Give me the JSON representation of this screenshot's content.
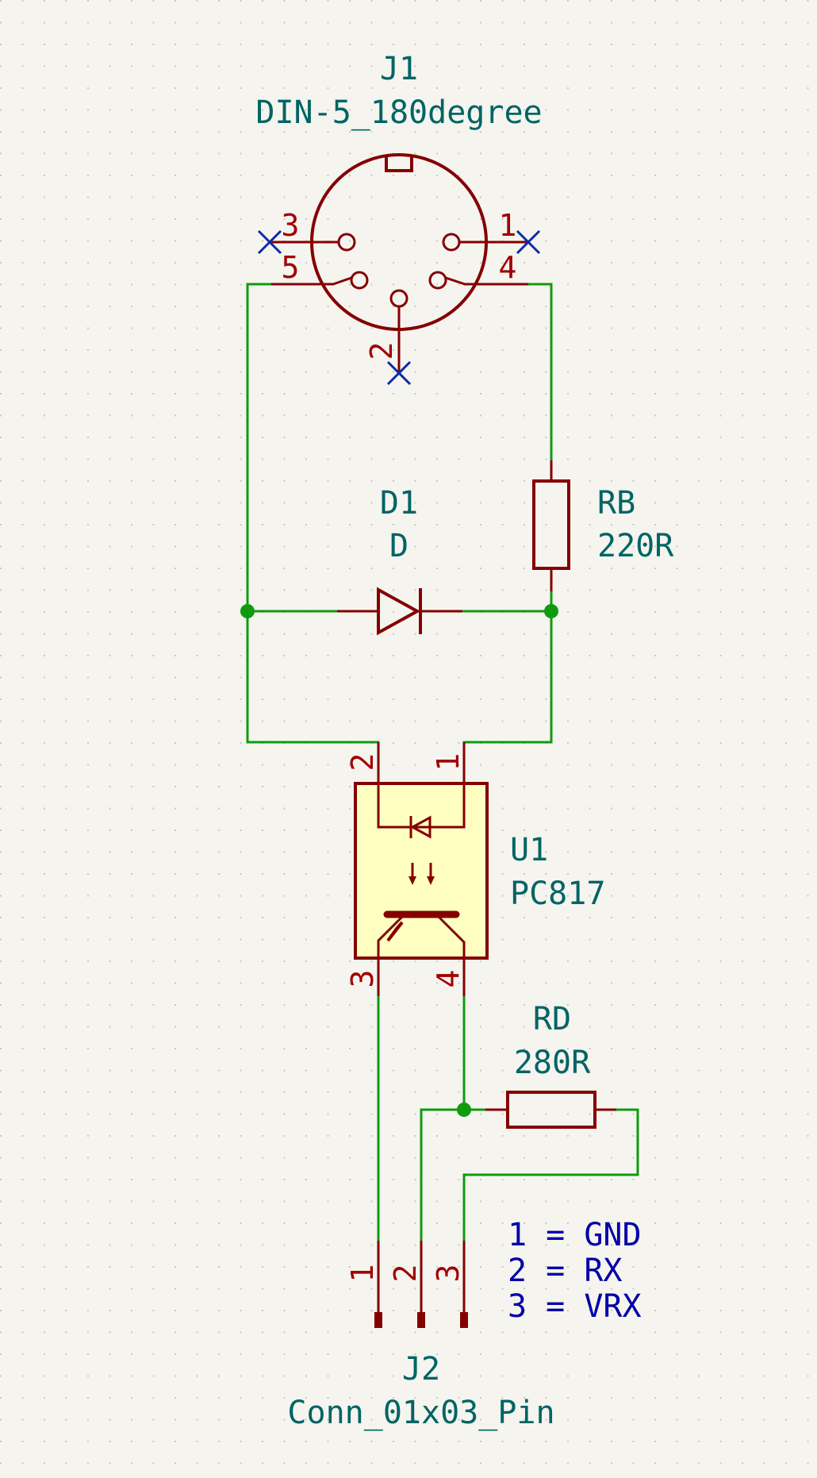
{
  "components": {
    "j1": {
      "ref": "J1",
      "value": "DIN-5_180degree",
      "pins": {
        "p1": "1",
        "p2": "2",
        "p3": "3",
        "p4": "4",
        "p5": "5"
      }
    },
    "d1": {
      "ref": "D1",
      "value": "D"
    },
    "rb": {
      "ref": "RB",
      "value": "220R"
    },
    "u1": {
      "ref": "U1",
      "value": "PC817",
      "pins": {
        "p1": "1",
        "p2": "2",
        "p3": "3",
        "p4": "4"
      }
    },
    "rd": {
      "ref": "RD",
      "value": "280R"
    },
    "j2": {
      "ref": "J2",
      "value": "Conn_01x03_Pin",
      "pins": {
        "p1": "1",
        "p2": "2",
        "p3": "3"
      }
    }
  },
  "note": {
    "line1": "1 = GND",
    "line2": "2 = RX",
    "line3": "3 = VRX"
  },
  "colors": {
    "background": "#f5f4ef",
    "wire": "#0f9b0f",
    "symbol": "#840000",
    "reference_text": "#006464",
    "note_text": "#0000a8",
    "ic_fill": "#ffffc2"
  }
}
